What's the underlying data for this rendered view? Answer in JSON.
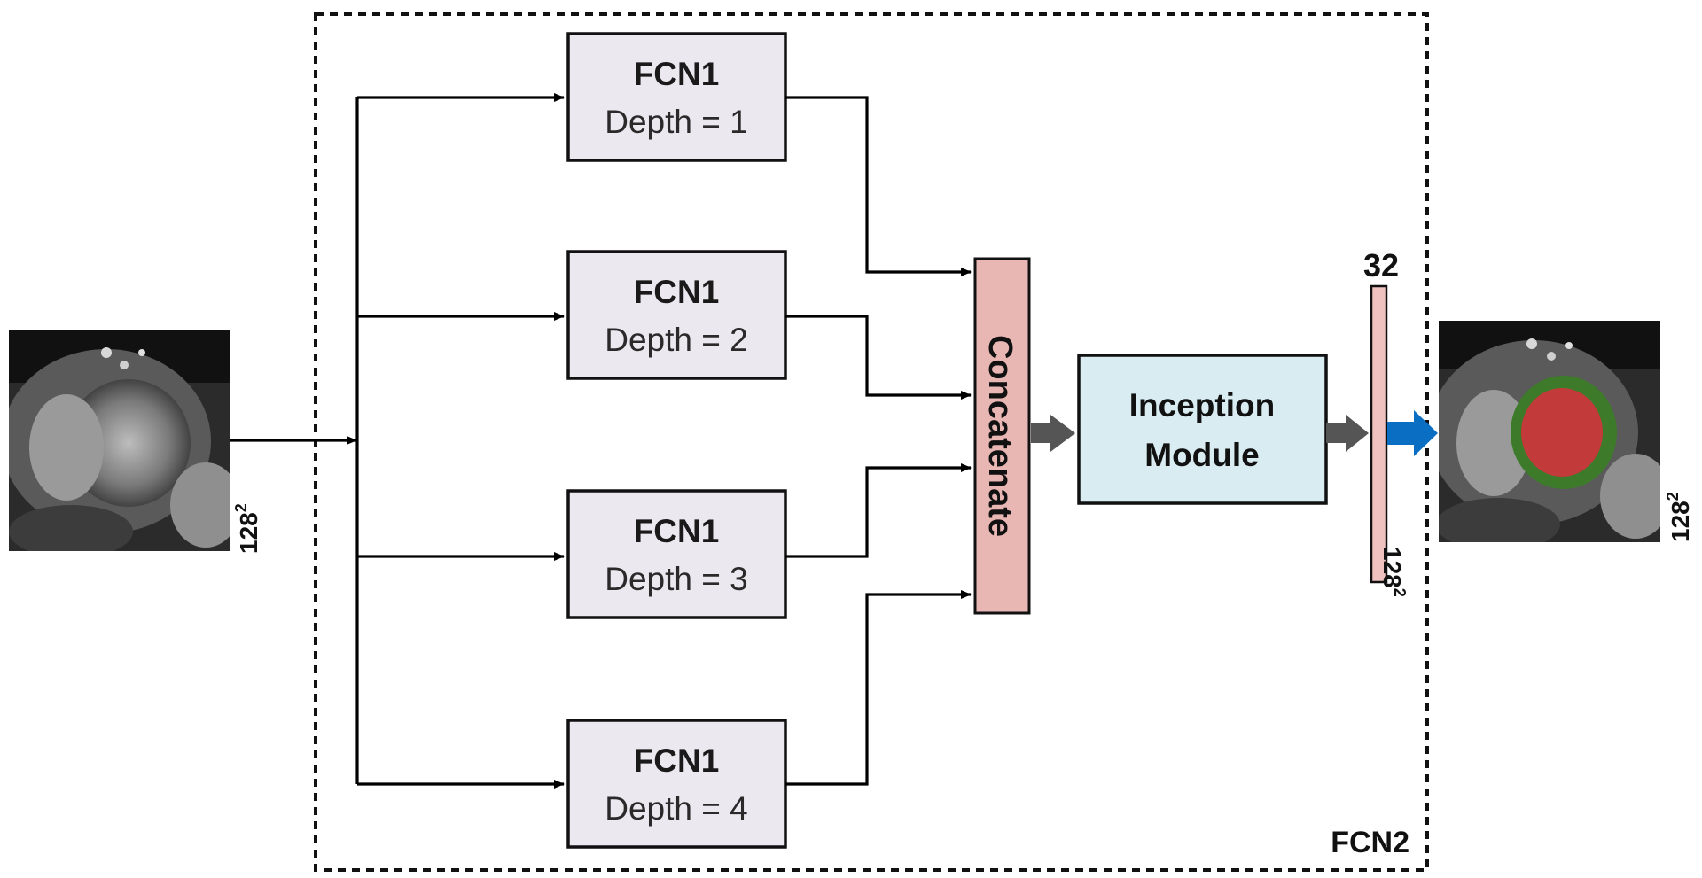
{
  "fcn_blocks": [
    {
      "title": "FCN1",
      "subtitle": "Depth = 1"
    },
    {
      "title": "FCN1",
      "subtitle": "Depth = 2"
    },
    {
      "title": "FCN1",
      "subtitle": "Depth = 3"
    },
    {
      "title": "FCN1",
      "subtitle": "Depth = 4"
    }
  ],
  "concatenate_label": "Concatenate",
  "inception": {
    "line1": "Inception",
    "line2": "Module"
  },
  "channels_label": "32",
  "output_size_label": "128",
  "input_size_label": "128",
  "result_size_label": "128",
  "superscript": "2",
  "container_label": "FCN2",
  "colors": {
    "fcn_box_fill": "#ece8f0",
    "concat_fill": "#e8b7b4",
    "inception_fill": "#d8ecf1",
    "feature_bar_fill": "#efc2bf",
    "gray_arrow": "#555555",
    "blue_arrow": "#0a6fc2",
    "mask_inner": "#c33a3a",
    "mask_ring": "#3d7a2a"
  },
  "images": [
    {
      "name": "input-mri-image",
      "description": "cardiac MRI slice"
    },
    {
      "name": "output-segmentation-image",
      "description": "cardiac MRI slice with red/green segmentation overlay"
    }
  ]
}
